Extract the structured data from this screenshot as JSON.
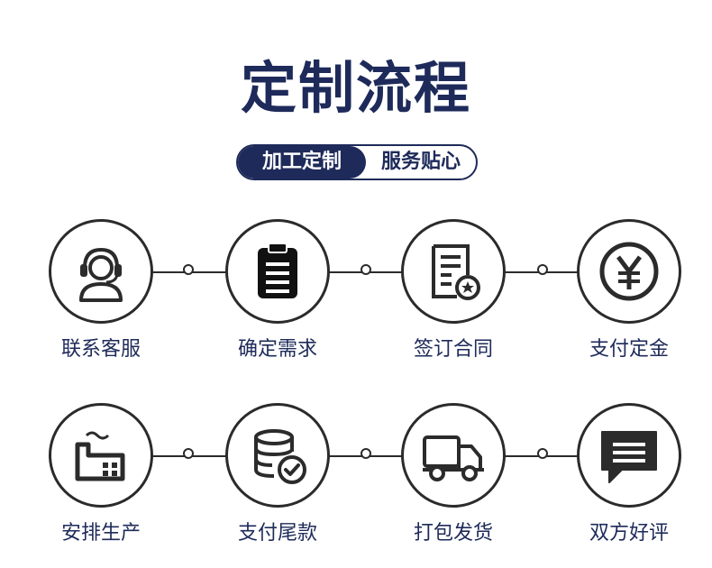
{
  "header": {
    "title": "定制流程",
    "badge_left": "加工定制",
    "badge_right": "服务贴心"
  },
  "steps_row1": [
    {
      "label": "联系客服",
      "icon": "headset-agent-icon"
    },
    {
      "label": "确定需求",
      "icon": "clipboard-icon"
    },
    {
      "label": "签订合同",
      "icon": "contract-document-icon"
    },
    {
      "label": "支付定金",
      "icon": "yuan-coin-icon"
    }
  ],
  "steps_row2": [
    {
      "label": "安排生产",
      "icon": "factory-icon"
    },
    {
      "label": "支付尾款",
      "icon": "database-check-icon"
    },
    {
      "label": "打包发货",
      "icon": "delivery-truck-icon"
    },
    {
      "label": "双方好评",
      "icon": "chat-bubble-icon"
    }
  ],
  "colors": {
    "primary": "#1e2a5a",
    "line": "#2b2b2b"
  }
}
